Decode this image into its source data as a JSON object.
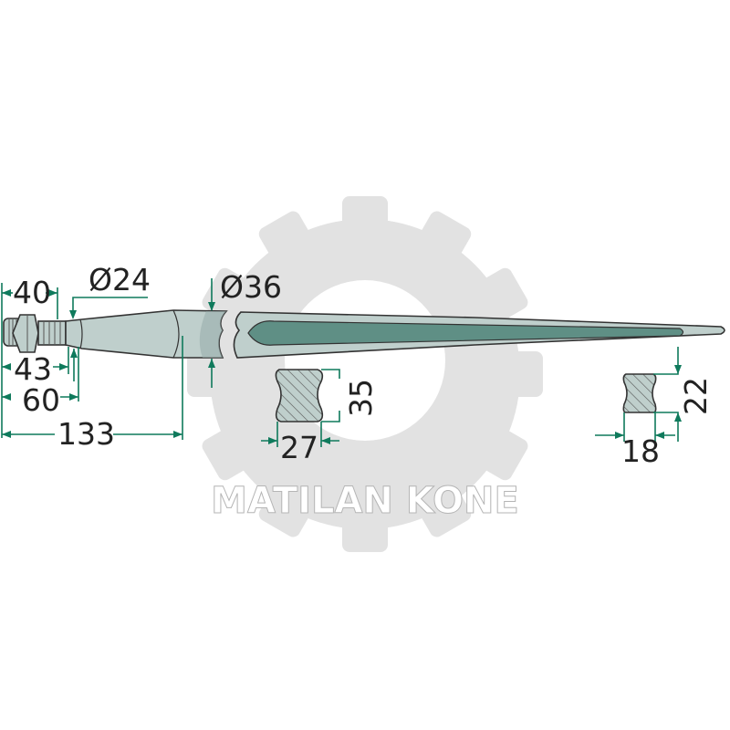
{
  "watermark": {
    "text": "MATILAN KONE"
  },
  "dimensions": {
    "d40": "40",
    "d43": "43",
    "d60": "60",
    "d133": "133",
    "dia24": "Ø24",
    "dia36": "Ø36",
    "sec1_height": "35",
    "sec1_width": "27",
    "sec2_height": "22",
    "sec2_width": "18"
  },
  "colors": {
    "dimension": "#0f7a5c",
    "tine": "#bfcfcc",
    "watermark": "#e2e2e2"
  }
}
